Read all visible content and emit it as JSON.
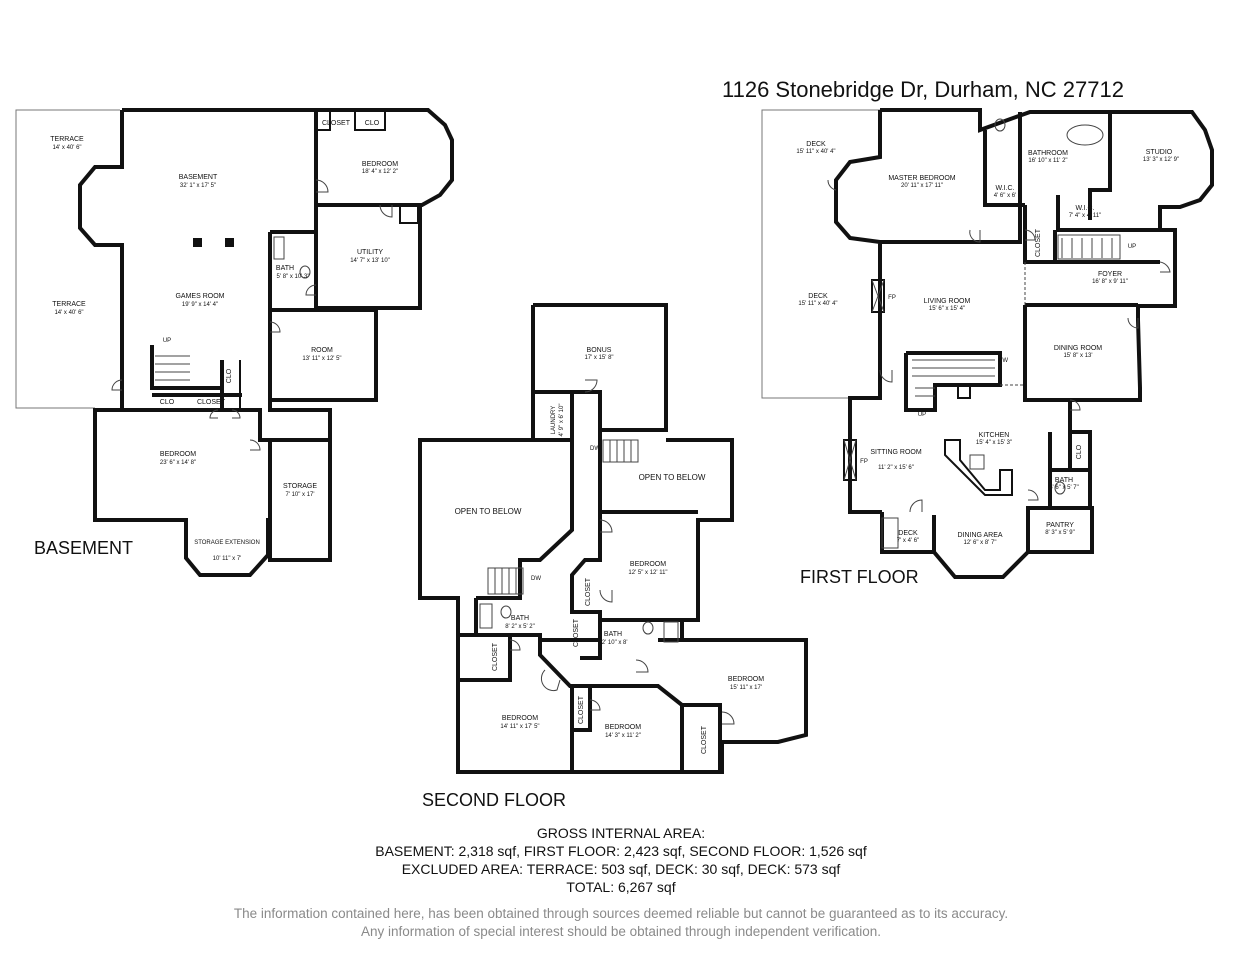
{
  "address": "1126 Stonebridge Dr, Durham, NC 27712",
  "floors": {
    "basement": {
      "label": "BASEMENT",
      "rooms": [
        {
          "id": "terrace_top",
          "name": "TERRACE",
          "dims": "14' x 40' 6\""
        },
        {
          "id": "terrace_bottom",
          "name": "TERRACE",
          "dims": "14' x 40' 6\""
        },
        {
          "id": "basement",
          "name": "BASEMENT",
          "dims": "32' 1\" x 17' 5\""
        },
        {
          "id": "games_room",
          "name": "GAMES ROOM",
          "dims": "19' 9\" x 14' 4\""
        },
        {
          "id": "bedroom_top",
          "name": "BEDROOM",
          "dims": "18' 4\" x 12' 2\""
        },
        {
          "id": "utility",
          "name": "UTILITY",
          "dims": "14' 7\" x 13' 10\""
        },
        {
          "id": "bath",
          "name": "BATH",
          "dims": "5' 8\" x 10' 3\""
        },
        {
          "id": "room",
          "name": "ROOM",
          "dims": "13' 11\" x 12' 5\""
        },
        {
          "id": "bedroom_bottom",
          "name": "BEDROOM",
          "dims": "23' 6\" x 14' 8\""
        },
        {
          "id": "storage",
          "name": "STORAGE",
          "dims": "7' 10\" x 17'"
        },
        {
          "id": "storage_ext",
          "name": "STORAGE EXTENSION",
          "dims": "10' 11\" x 7'"
        }
      ],
      "small": {
        "closet_top": "CLOSET",
        "clo_top": "CLO",
        "clo_mid": "CLO",
        "clo_bottom": "CLO",
        "closet_bottom": "CLOSET",
        "up": "UP"
      }
    },
    "second": {
      "label": "SECOND FLOOR",
      "rooms": [
        {
          "id": "bonus",
          "name": "BONUS",
          "dims": "17' x 15' 8\""
        },
        {
          "id": "laundry",
          "name": "LAUNDRY",
          "dims": "4' 9\" x 6' 10\""
        },
        {
          "id": "open_left",
          "name": "OPEN TO BELOW",
          "dims": ""
        },
        {
          "id": "open_right",
          "name": "OPEN TO BELOW",
          "dims": ""
        },
        {
          "id": "bedroom_mid",
          "name": "BEDROOM",
          "dims": "12' 5\" x 12' 11\""
        },
        {
          "id": "bath_left",
          "name": "BATH",
          "dims": "8' 2\" x 5' 2\""
        },
        {
          "id": "bath_mid",
          "name": "BATH",
          "dims": "12' 10\" x 8'"
        },
        {
          "id": "bedroom_right",
          "name": "BEDROOM",
          "dims": "15' 11\" x 17'"
        },
        {
          "id": "bedroom_left",
          "name": "BEDROOM",
          "dims": "14' 11\" x 17' 5\""
        },
        {
          "id": "bedroom_center",
          "name": "BEDROOM",
          "dims": "14' 3\" x 11' 2\""
        }
      ],
      "small": {
        "closet_1": "CLOSET",
        "closet_2": "CLOSET",
        "closet_3": "CLOSET",
        "closet_4": "CLOSET",
        "closet_5": "CLOSET",
        "dw1": "DW",
        "dw2": "DW"
      }
    },
    "first": {
      "label": "FIRST FLOOR",
      "rooms": [
        {
          "id": "deck_top",
          "name": "DECK",
          "dims": "15' 11\" x 40' 4\""
        },
        {
          "id": "deck_mid",
          "name": "DECK",
          "dims": "15' 11\" x 40' 4\""
        },
        {
          "id": "master",
          "name": "MASTER BEDROOM",
          "dims": "20' 11\" x 17' 11\""
        },
        {
          "id": "bathroom",
          "name": "BATHROOM",
          "dims": "16' 10\" x 11' 2\""
        },
        {
          "id": "studio",
          "name": "STUDIO",
          "dims": "13' 3\" x 12' 9\""
        },
        {
          "id": "wic1",
          "name": "W.I.C.",
          "dims": "4' 6\" x 6'"
        },
        {
          "id": "wic2",
          "name": "W.I.C.",
          "dims": "7' 4\" x 4' 11\""
        },
        {
          "id": "foyer",
          "name": "FOYER",
          "dims": "16' 8\" x 9' 11\""
        },
        {
          "id": "living",
          "name": "LIVING ROOM",
          "dims": "15' 6\" x 15' 4\""
        },
        {
          "id": "dining",
          "name": "DINING ROOM",
          "dims": "15' 8\" x 13'"
        },
        {
          "id": "kitchen",
          "name": "KITCHEN",
          "dims": "15' 4\" x 15' 3\""
        },
        {
          "id": "sitting",
          "name": "SITTING ROOM",
          "dims": "11' 2\" x 15' 6\""
        },
        {
          "id": "bath",
          "name": "BATH",
          "dims": "5' 6\" x 5' 7\""
        },
        {
          "id": "pantry",
          "name": "PANTRY",
          "dims": "8' 3\" x 5' 9\""
        },
        {
          "id": "deck_small",
          "name": "DECK",
          "dims": "7' x 4' 6\""
        },
        {
          "id": "dining_area",
          "name": "DINING AREA",
          "dims": "12' 6\" x 8' 7\""
        }
      ],
      "small": {
        "closet": "CLOSET",
        "clo": "CLO",
        "fp1": "FP",
        "fp2": "FP",
        "up1": "UP",
        "up2": "UP",
        "dw": "DW"
      }
    }
  },
  "summary": {
    "heading": "GROSS INTERNAL AREA:",
    "line1": "BASEMENT: 2,318 sqf, FIRST FLOOR: 2,423 sqf, SECOND FLOOR: 1,526 sqf",
    "line2": "EXCLUDED AREA: TERRACE: 503 sqf, DECK: 30 sqf, DECK: 573 sqf",
    "line3": "TOTAL: 6,267 sqf"
  },
  "disclaimer": {
    "line1": "The information contained here, has been obtained through sources deemed reliable but cannot be guaranteed as to its accuracy.",
    "line2": "Any information of special interest should be obtained through independent verification."
  }
}
